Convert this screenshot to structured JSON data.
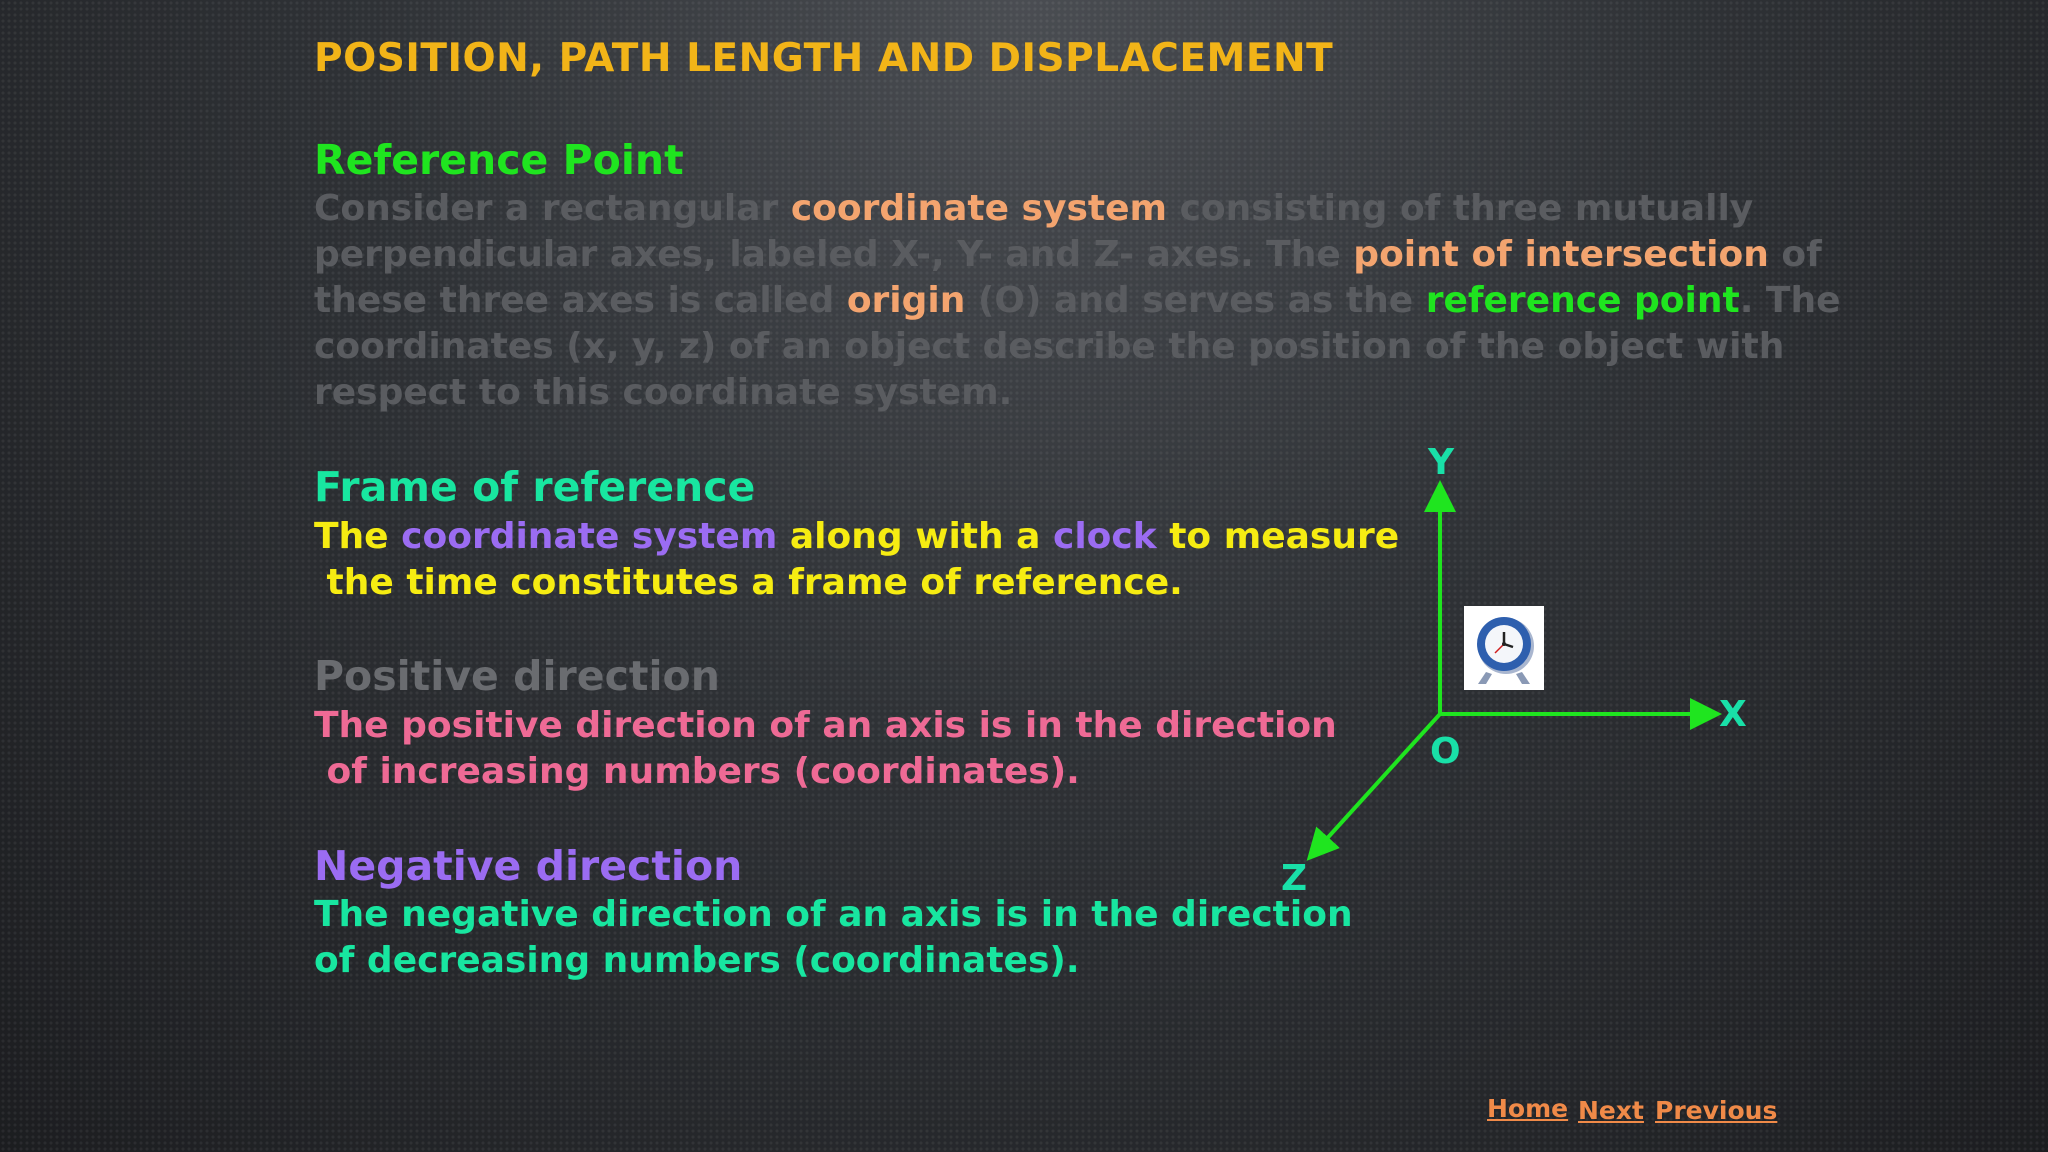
{
  "title": "POSITION, PATH LENGTH AND DISPLACEMENT",
  "reference_point": {
    "heading": "Reference Point",
    "line1": [
      "Consider a rectangular ",
      "coordinate system",
      " consisting of three mutually"
    ],
    "line2": [
      "perpendicular axes, labeled X-, Y- and Z- axes. The ",
      "point of intersection",
      " of"
    ],
    "line3": [
      "these three axes is called ",
      "origin",
      " (O) and serves as the ",
      "reference point",
      ". The"
    ],
    "line4": "coordinates (x, y, z) of an object describe the position of the object with",
    "line5": "respect to this coordinate system."
  },
  "frame": {
    "heading": "Frame of reference",
    "line1": [
      "The ",
      "coordinate system",
      " along with a ",
      "clock",
      " to measure"
    ],
    "line2": " the time constitutes a frame of reference."
  },
  "positive": {
    "heading": "Positive direction",
    "line1": "The positive direction of an axis is in the direction",
    "line2": " of increasing numbers (coordinates)."
  },
  "negative": {
    "heading": "Negative direction",
    "line1": "The negative direction of an axis is in the direction",
    "line2": "of decreasing numbers (coordinates)."
  },
  "diagram": {
    "label_y": "Y",
    "label_x": "X",
    "label_z": "Z",
    "label_o": "O",
    "axis_color": "#1fe51f",
    "label_color": "#19e0a8",
    "clock_icon": "alarm-clock-icon"
  },
  "nav": {
    "home": "Home",
    "next": "Next",
    "previous": "Previous"
  }
}
